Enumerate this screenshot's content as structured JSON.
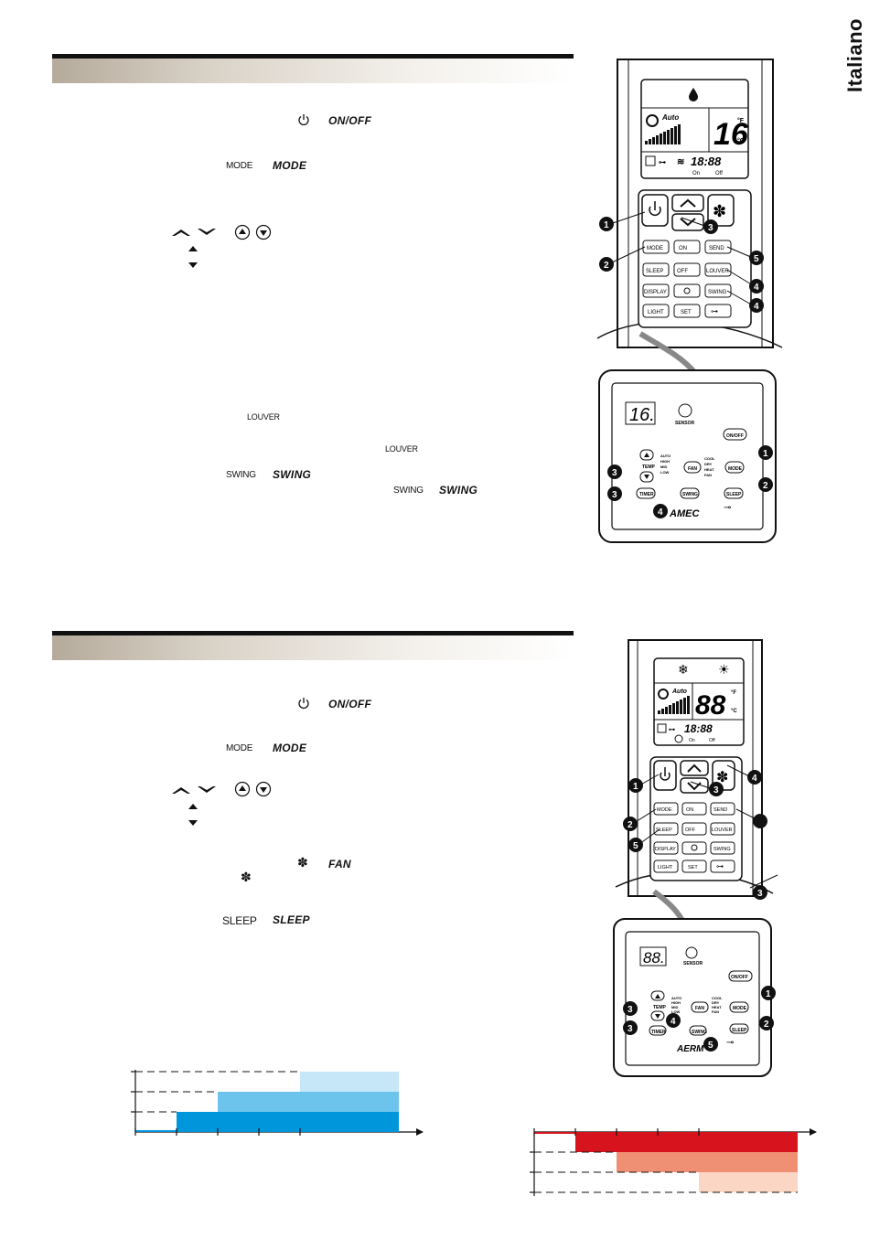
{
  "language_tab": "Italiano",
  "section1": {
    "onoff_label": "ON/OFF",
    "mode_small": "MODE",
    "mode_bold": "MODE",
    "louver_1": "LOUVER",
    "louver_2": "LOUVER",
    "swing_small_1": "SWING",
    "swing_bold_1": "SWING",
    "swing_small_2": "SWING",
    "swing_bold_2": "SWING"
  },
  "section2": {
    "onoff_label": "ON/OFF",
    "mode_small": "MODE",
    "mode_bold": "MODE",
    "fan_bold": "FAN",
    "sleep_small": "SLEEP",
    "sleep_bold": "SLEEP"
  },
  "remote1": {
    "display_auto": "Auto",
    "display_temp": "16",
    "display_unit_f": "°F",
    "display_unit_c": "°C",
    "display_time": "18:88",
    "display_on": "On",
    "display_off": "Off",
    "buttons": [
      "MODE",
      "ON",
      "SEND",
      "SLEEP",
      "OFF",
      "LOUVER",
      "DISPLAY",
      "",
      "SWING",
      "LIGHT",
      "SET",
      ""
    ],
    "callouts": [
      "1",
      "2",
      "3",
      "4",
      "4",
      "5"
    ]
  },
  "panel1": {
    "display": "16.",
    "sensor": "SENSOR",
    "onoff": "ON/OFF",
    "temp": "TEMP",
    "fan": "FAN",
    "mode": "MODE",
    "timer": "TIMER",
    "swing": "SWING",
    "sleep": "SLEEP",
    "fan_speeds": [
      "AUTO",
      "HIGH",
      "MID",
      "LOW"
    ],
    "modes": [
      "COOL",
      "DRY",
      "HEAT",
      "FAN"
    ],
    "brand": "AMEC",
    "callouts": [
      "1",
      "2",
      "3",
      "3",
      "4"
    ]
  },
  "remote2": {
    "display_auto": "Auto",
    "display_temp": "88",
    "display_unit_f": "°F",
    "display_unit_c": "°C",
    "display_time": "18:88",
    "display_on": "On",
    "display_off": "Off",
    "buttons": [
      "MODE",
      "ON",
      "SEND",
      "SLEEP",
      "OFF",
      "LOUVER",
      "DISPLAY",
      "",
      "SWING",
      "LIGHT",
      "SET",
      ""
    ],
    "callouts": [
      "1",
      "2",
      "3",
      "3",
      "4",
      "5"
    ]
  },
  "panel2": {
    "display": "88.",
    "sensor": "SENSOR",
    "onoff": "ON/OFF",
    "temp": "TEMP",
    "fan": "FAN",
    "mode": "MODE",
    "timer": "TIMER",
    "swing": "SWING",
    "sleep": "SLEEP",
    "fan_speeds": [
      "AUTO",
      "HIGH",
      "MID",
      "LOW"
    ],
    "modes": [
      "COOL",
      "DRY",
      "HEAT",
      "FAN"
    ],
    "brand": "AERM",
    "callouts": [
      "1",
      "2",
      "3",
      "3",
      "4",
      "5"
    ]
  },
  "colors": {
    "blue_dark": "#0096dc",
    "blue_mid": "#6cc4ec",
    "blue_light": "#c5e7f8",
    "red_dark": "#d7141e",
    "red_mid": "#ef8f74",
    "red_light": "#fbd6c4",
    "band_dark": "#b5aa9b"
  },
  "chart_data": [
    {
      "type": "bar",
      "orientation": "horizontal-step",
      "rows": [
        {
          "start": 1,
          "end": 6.4
        },
        {
          "start": 2,
          "end": 6.4
        },
        {
          "start": 4,
          "end": 6.4
        }
      ],
      "xlim": [
        0,
        7
      ]
    },
    {
      "type": "bar",
      "orientation": "horizontal-step",
      "rows": [
        {
          "start": 1,
          "end": 6.4
        },
        {
          "start": 2,
          "end": 6.4
        },
        {
          "start": 4,
          "end": 6.4
        }
      ],
      "xlim": [
        0,
        7
      ]
    }
  ]
}
